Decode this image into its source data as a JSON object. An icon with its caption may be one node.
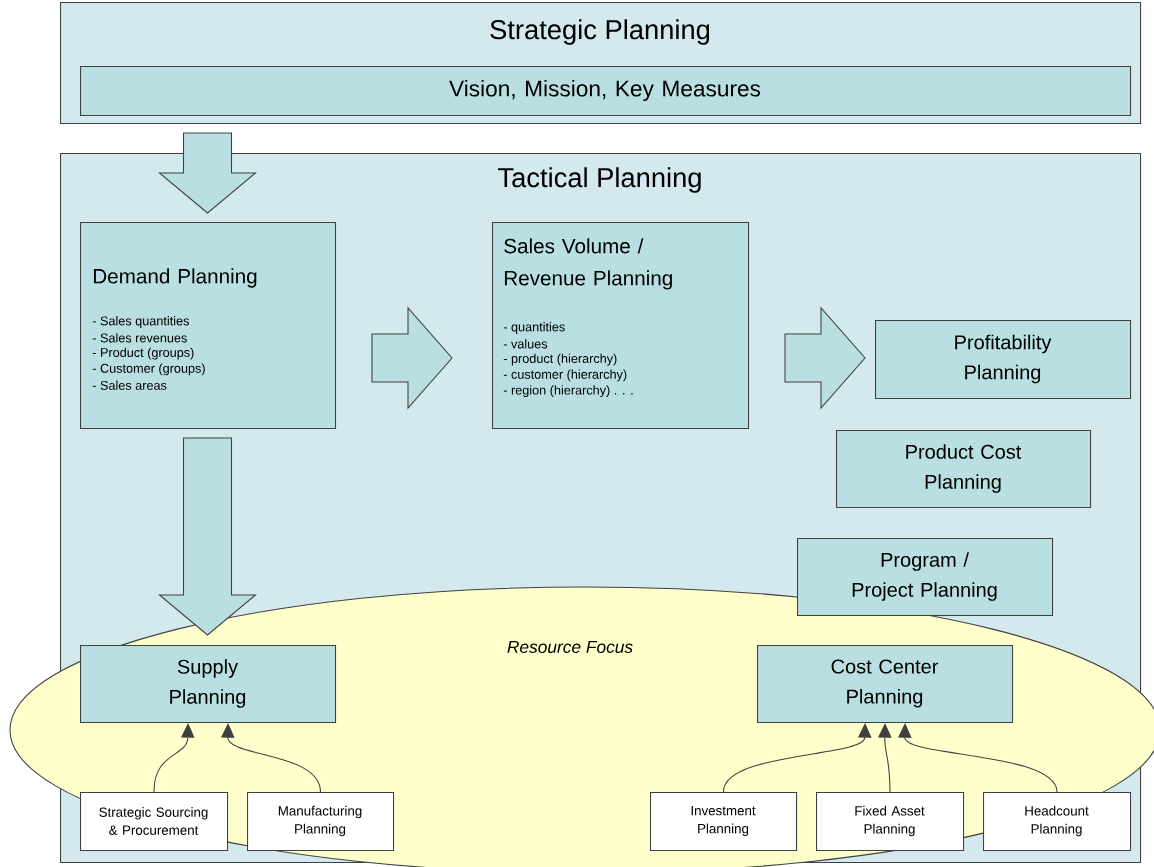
{
  "diagram": {
    "nodes": [
      {
        "text": [
          "Strategic Planning"
        ]
      },
      {
        "text": [
          "Vision, Mission, Key Measures"
        ],
        "in": 0
      },
      {
        "text": [
          "Tactical Planning"
        ]
      },
      {
        "text": [
          "Resource Focus"
        ]
      },
      {
        "text": [
          "Demand Planning",
          "- Sales quantities",
          "- Sales revenues",
          "- Product (groups)",
          "- Customer (groups)",
          "- Sales areas"
        ],
        "in": 2
      },
      {
        "text": [
          "Sales Volume / Revenue Planning",
          "- quantities",
          "- values",
          "- product (hierarchy)",
          "- customer (hierarchy)",
          "- region (hierarchy) . . ."
        ],
        "in": 2
      },
      {
        "text": [
          "Profitability Planning"
        ],
        "in": 2
      },
      {
        "text": [
          "Product Cost Planning"
        ],
        "in": 2
      },
      {
        "text": [
          "Program / Project Planning"
        ],
        "in": 2
      },
      {
        "text": [
          "Supply Planning"
        ],
        "in": 3
      },
      {
        "text": [
          "Cost Center Planning"
        ],
        "in": 3
      },
      {
        "text": [
          "Strategic Sourcing & Procurement"
        ],
        "in": 3
      },
      {
        "text": [
          "Manufacturing Planning"
        ],
        "in": 3
      },
      {
        "text": [
          "Investment Planning"
        ],
        "in": 3
      },
      {
        "text": [
          "Fixed Asset Planning"
        ],
        "in": 3
      },
      {
        "text": [
          "Headcount Planning"
        ],
        "in": 2
      }
    ],
    "edges": [
      {
        "from": 0,
        "to": 4,
        "arrow": "to",
        "style": "thick"
      },
      {
        "from": 4,
        "to": 5,
        "arrow": "to",
        "style": "thick"
      },
      {
        "from": 5,
        "to": 6,
        "arrow": "to",
        "style": "thick"
      },
      {
        "from": 4,
        "to": 9,
        "arrow": "to",
        "style": "thick"
      },
      {
        "from": 11,
        "to": 9,
        "arrow": "to"
      },
      {
        "from": 12,
        "to": 9,
        "arrow": "to"
      },
      {
        "from": 13,
        "to": 10,
        "arrow": "to"
      },
      {
        "from": 14,
        "to": 10,
        "arrow": "to"
      },
      {
        "from": 15,
        "to": 10,
        "arrow": "to"
      }
    ]
  }
}
